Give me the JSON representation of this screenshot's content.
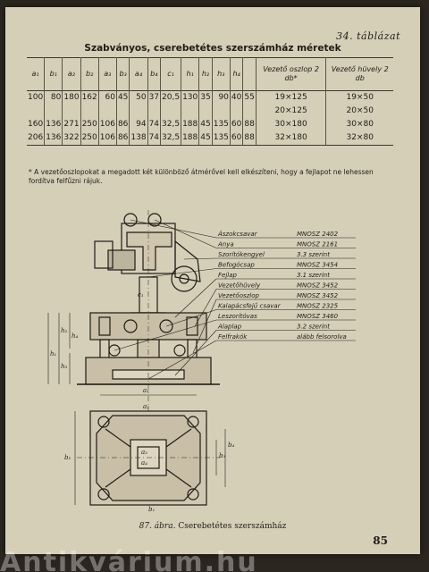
{
  "page": {
    "table_number": "34. táblázat",
    "title": "Szabványos, cserebetétes szerszámház méretek",
    "footnote": "* A vezetőoszlopokat a megadott két különböző átmérővel kell elkészíteni, hogy a fejlapot ne lehessen fordítva felfűzni rájuk.",
    "caption_fig": "87. ábra.",
    "caption_text": "Cserebetétes szerszámház",
    "page_number": "85",
    "watermark": "Antikvárium.hu"
  },
  "table": {
    "headers": [
      "a₁",
      "b₁",
      "a₂",
      "b₂",
      "a₃",
      "b₃",
      "a₄",
      "b₄",
      "c₁",
      "h₁",
      "h₂",
      "h₃",
      "h₄",
      "Vezető oszlop 2 db*",
      "Vezető hüvely 2 db"
    ],
    "rows": [
      [
        "100",
        "80",
        "180",
        "162",
        "60",
        "45",
        "50",
        "37",
        "20,5",
        "130",
        "35",
        "90",
        "40",
        "55",
        "19×125",
        "19×50"
      ],
      [
        "",
        "",
        "",
        "",
        "",
        "",
        "",
        "",
        "",
        "",
        "",
        "",
        "",
        "",
        "20×125",
        "20×50"
      ],
      [
        "160",
        "136",
        "271",
        "250",
        "106",
        "86",
        "94",
        "74",
        "32,5",
        "188",
        "45",
        "135",
        "60",
        "88",
        "30×180",
        "30×80"
      ],
      [
        "206",
        "136",
        "322",
        "250",
        "106",
        "86",
        "138",
        "74",
        "32,5",
        "188",
        "45",
        "135",
        "60",
        "88",
        "32×180",
        "32×80"
      ]
    ]
  },
  "parts": [
    {
      "name": "Ászokcsavar",
      "standard": "MNOSZ 2402"
    },
    {
      "name": "Anya",
      "standard": "MNOSZ 2161"
    },
    {
      "name": "Szorítókengyel",
      "standard": "3.3 szerint"
    },
    {
      "name": "Befogócsap",
      "standard": "MNOSZ 3454"
    },
    {
      "name": "Fejlap",
      "standard": "3.1 szerint"
    },
    {
      "name": "Vezetőhüvely",
      "standard": "MNOSZ 3452"
    },
    {
      "name": "Vezetőoszlop",
      "standard": "MNOSZ 3452"
    },
    {
      "name": "Kalapácsfejű csavar",
      "standard": "MNOSZ 2325"
    },
    {
      "name": "Leszorítóvas",
      "standard": "MNOSZ 3460"
    },
    {
      "name": "Alaplap",
      "standard": "3.2 szerint"
    },
    {
      "name": "Felfrakók",
      "standard": "alább felsorolva"
    }
  ],
  "dims": {
    "c1": "c₁",
    "h1": "h₁",
    "h2": "h₂",
    "h3": "h₃",
    "h4": "h₄",
    "a1": "a₁",
    "a2": "a₂",
    "a3": "a₃",
    "a4": "a₄",
    "b1": "b₁",
    "b2": "b₂",
    "b3": "b₃",
    "b4": "b₄"
  }
}
